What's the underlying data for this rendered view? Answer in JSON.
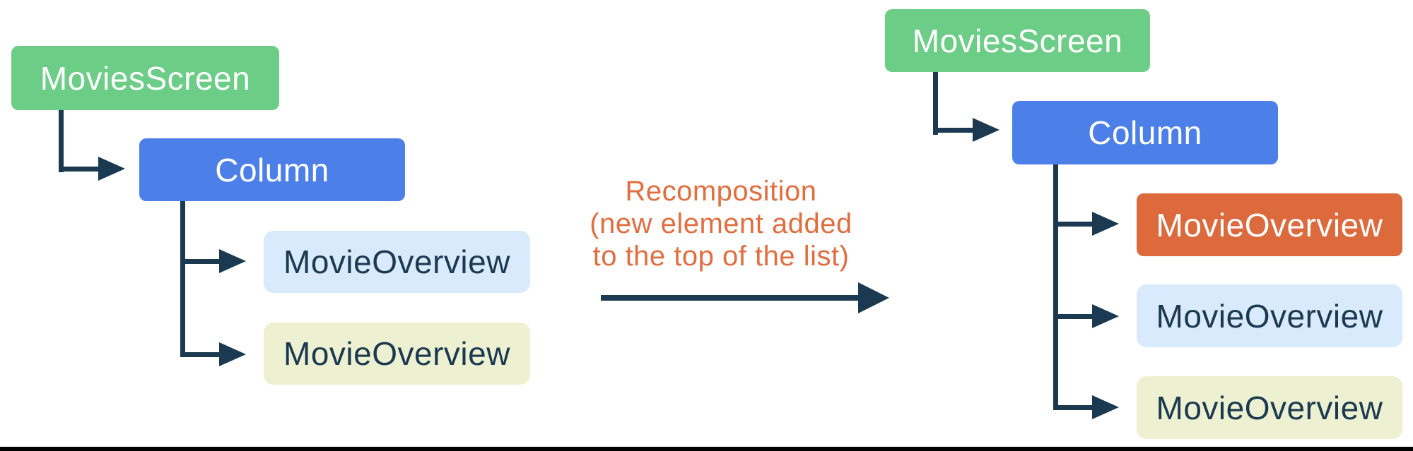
{
  "colors": {
    "green": "#6CCD86",
    "blue": "#4C80E8",
    "orange": "#DC6A3D",
    "light_blue": "#D8EAFB",
    "light_yellow": "#EDF1D1",
    "navy": "#1B3950",
    "annotation_orange": "#E26E3F",
    "bottom_bar": "#000000"
  },
  "left_tree": {
    "root": {
      "label": "MoviesScreen",
      "fill": "#6CCD86"
    },
    "column": {
      "label": "Column",
      "fill": "#4C80E8"
    },
    "children": [
      {
        "label": "MovieOverview",
        "fill": "#D8EAFB",
        "highlighted": false
      },
      {
        "label": "MovieOverview",
        "fill": "#EDF1D1",
        "highlighted": false
      }
    ]
  },
  "annotation": {
    "lines": [
      "Recomposition",
      "(new element added",
      "to the top of the list)"
    ],
    "color": "#E26E3F"
  },
  "right_tree": {
    "root": {
      "label": "MoviesScreen",
      "fill": "#6CCD86"
    },
    "column": {
      "label": "Column",
      "fill": "#4C80E8"
    },
    "children": [
      {
        "label": "MovieOverview",
        "fill": "#DC6A3D",
        "highlighted": true
      },
      {
        "label": "MovieOverview",
        "fill": "#D8EAFB",
        "highlighted": false
      },
      {
        "label": "MovieOverview",
        "fill": "#EDF1D1",
        "highlighted": false
      }
    ]
  }
}
